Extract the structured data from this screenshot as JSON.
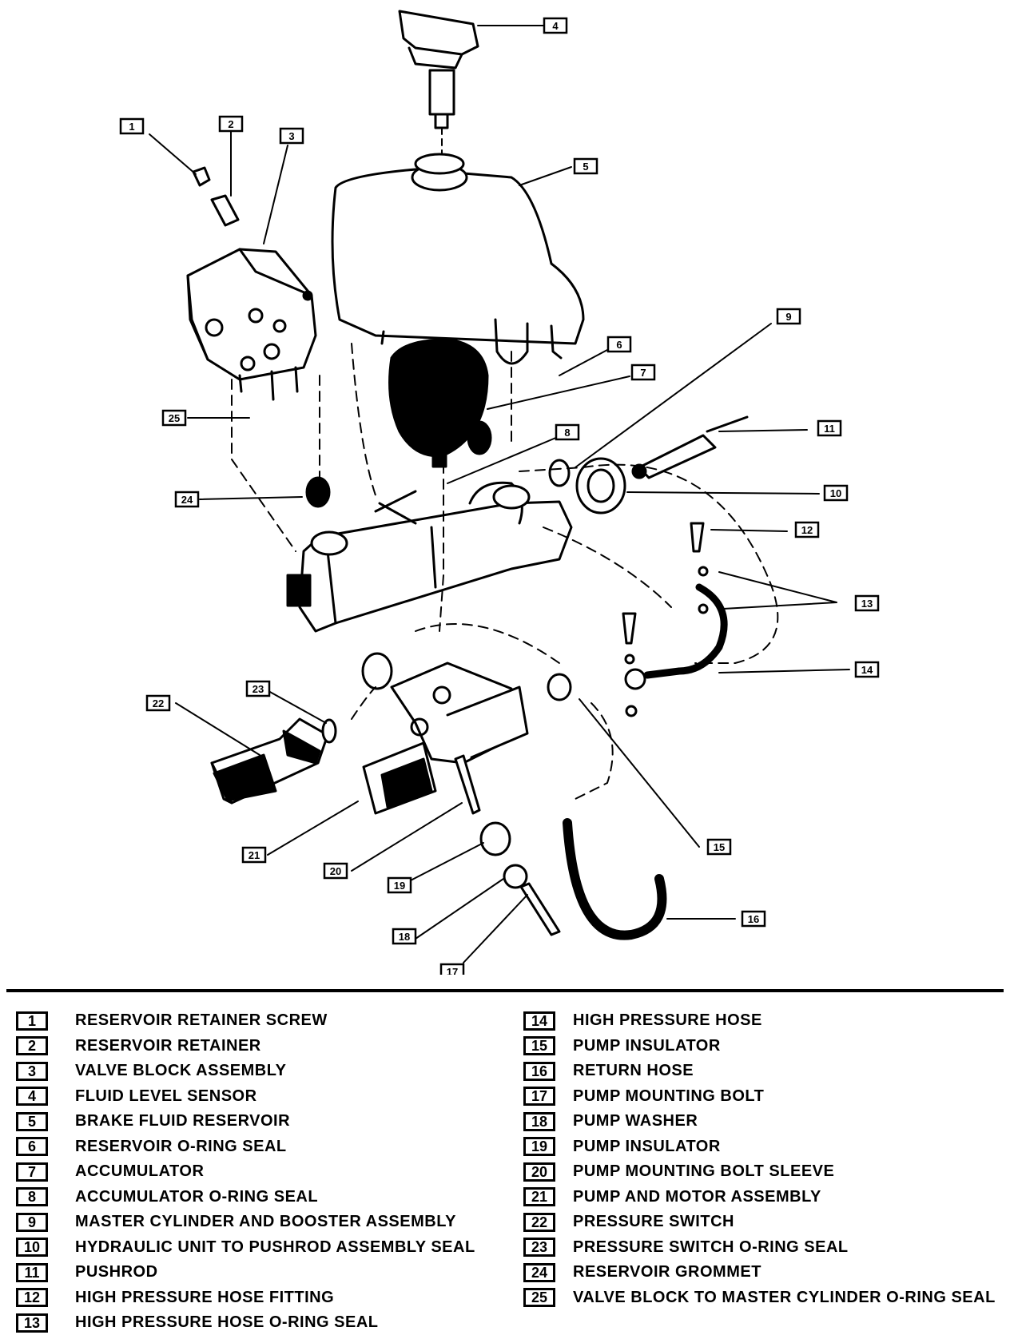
{
  "callouts": [
    {
      "number": "1"
    },
    {
      "number": "2"
    },
    {
      "number": "3"
    },
    {
      "number": "4"
    },
    {
      "number": "5"
    },
    {
      "number": "6"
    },
    {
      "number": "7"
    },
    {
      "number": "8"
    },
    {
      "number": "9"
    },
    {
      "number": "10"
    },
    {
      "number": "11"
    },
    {
      "number": "12"
    },
    {
      "number": "13"
    },
    {
      "number": "14"
    },
    {
      "number": "15"
    },
    {
      "number": "16"
    },
    {
      "number": "17"
    },
    {
      "number": "18"
    },
    {
      "number": "19"
    },
    {
      "number": "20"
    },
    {
      "number": "21"
    },
    {
      "number": "22"
    },
    {
      "number": "23"
    },
    {
      "number": "24"
    },
    {
      "number": "25"
    }
  ],
  "legend": {
    "left": [
      {
        "number": "1",
        "label": "RESERVOIR RETAINER SCREW"
      },
      {
        "number": "2",
        "label": "RESERVOIR RETAINER"
      },
      {
        "number": "3",
        "label": "VALVE BLOCK ASSEMBLY"
      },
      {
        "number": "4",
        "label": "FLUID LEVEL SENSOR"
      },
      {
        "number": "5",
        "label": "BRAKE FLUID RESERVOIR"
      },
      {
        "number": "6",
        "label": "RESERVOIR O-RING SEAL"
      },
      {
        "number": "7",
        "label": "ACCUMULATOR"
      },
      {
        "number": "8",
        "label": "ACCUMULATOR O-RING SEAL"
      },
      {
        "number": "9",
        "label": "MASTER CYLINDER AND BOOSTER ASSEMBLY"
      },
      {
        "number": "10",
        "label": "HYDRAULIC UNIT TO PUSHROD ASSEMBLY SEAL"
      },
      {
        "number": "11",
        "label": "PUSHROD"
      },
      {
        "number": "12",
        "label": "HIGH PRESSURE HOSE FITTING"
      },
      {
        "number": "13",
        "label": "HIGH PRESSURE HOSE O-RING SEAL"
      }
    ],
    "right": [
      {
        "number": "14",
        "label": "HIGH PRESSURE HOSE"
      },
      {
        "number": "15",
        "label": "PUMP INSULATOR"
      },
      {
        "number": "16",
        "label": "RETURN HOSE"
      },
      {
        "number": "17",
        "label": "PUMP MOUNTING BOLT"
      },
      {
        "number": "18",
        "label": "PUMP WASHER"
      },
      {
        "number": "19",
        "label": "PUMP INSULATOR"
      },
      {
        "number": "20",
        "label": "PUMP MOUNTING BOLT SLEEVE"
      },
      {
        "number": "21",
        "label": "PUMP AND MOTOR ASSEMBLY"
      },
      {
        "number": "22",
        "label": "PRESSURE SWITCH"
      },
      {
        "number": "23",
        "label": "PRESSURE SWITCH O-RING SEAL"
      },
      {
        "number": "24",
        "label": "RESERVOIR GROMMET"
      },
      {
        "number": "25",
        "label": "VALVE BLOCK TO MASTER CYLINDER O-RING SEAL"
      }
    ]
  }
}
